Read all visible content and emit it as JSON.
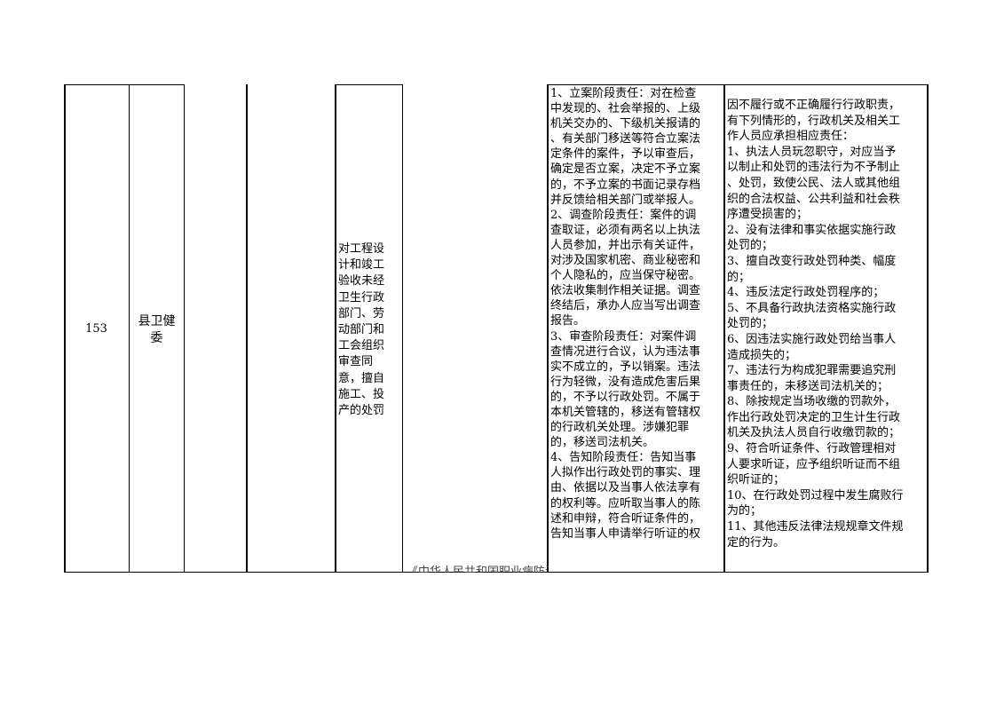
{
  "row": {
    "number": "153",
    "department": "县卫健\n委",
    "item": "对工程设\n计和竣工\n验收未经\n卫生行政\n部门、劳\n动部门和\n工会组织\n审查同\n意，擅自\n施工、投\n产的处罚",
    "duty": "1、立案阶段责任：对在检查\n中发现的、社会举报的、上级\n机关交办的、下级机关报请的\n、有关部门移送等符合立案法\n定条件的案件，予以审查后，\n确定是否立案，决定不予立案\n的，不予立案的书面记录存档\n并反馈给相关部门或举报人。\n2、调查阶段责任：案件的调\n查取证，必须有两名以上执法\n人员参加，并出示有关证件，\n对涉及国家机密、商业秘密和\n个人隐私的，应当保守秘密。\n依法收集制作相关证据。调查\n终结后，承办人应当写出调查\n报告。\n3、审查阶段责任：对案件调\n查情况进行合议，认为违法事\n实不成立的，予以销案。违法\n行为轻微，没有造成危害后果\n的，不予以行政处罚。不属于\n本机关管辖的，移送有管辖权\n的行政机关处理。涉嫌犯罪\n的，移送司法机关。\n4、告知阶段责任：告知当事\n人拟作出行政处罚的事实、理\n由、依据以及当事人依法享有\n的权利等。应听取当事人的陈\n述和申辩，符合听证条件的，\n告知当事人申请举行听证的权",
    "liability": "因不履行或不正确履行行政职责，\n有下列情形的，行政机关及相关工\n作人员应承担相应责任：\n1、执法人员玩忽职守，对应当予\n以制止和处罚的违法行为不予制止\n、处罚，致使公民、法人或其他组\n织的合法权益、公共利益和社会秩\n序遭受损害的；\n2、没有法律和事实依据实施行政\n处罚的；\n3、擅自改变行政处罚种类、幅度\n的；\n4、违反法定行政处罚程序的；\n5、不具备行政执法资格实施行政\n处罚的；\n6、因违法实施行政处罚给当事人\n造成损失的；\n7、违法行为构成犯罪需要追究刑\n事责任的，未移送司法机关的；\n8、除按规定当场收缴的罚款外，\n作出行政处罚决定的卫生计生行政\n机关及执法人员自行收缴罚款的；\n9、符合听证条件、行政管理相对\n人要求听证，应予组织听证而不组\n织听证的；\n10、在行政处罚过程中发生腐败行\n为的；\n11、其他违反法律法规规章文件规\n定的行为。",
    "overflow_text": "《中华人民共和国职业病防治"
  }
}
